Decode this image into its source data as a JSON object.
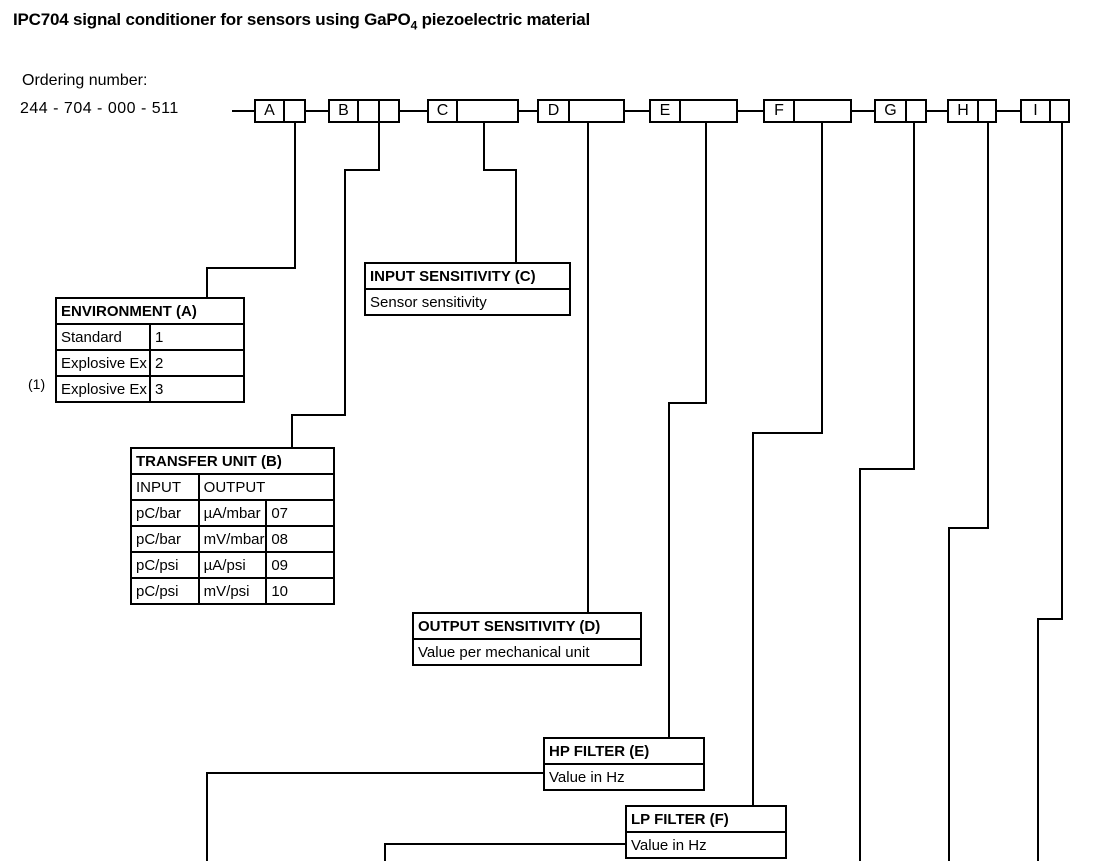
{
  "title": {
    "prefix": "IPC704 signal conditioner for sensors using GaPO",
    "subscript": "4",
    "suffix": " piezoelectric material"
  },
  "ordering": {
    "label": "Ordering number:",
    "number": "244 - 704 - 000 - 511",
    "boxes": [
      {
        "letter": "A"
      },
      {
        "letter": "B"
      },
      {
        "letter": "C"
      },
      {
        "letter": "D"
      },
      {
        "letter": "E"
      },
      {
        "letter": "F"
      },
      {
        "letter": "G"
      },
      {
        "letter": "H"
      },
      {
        "letter": "I"
      }
    ]
  },
  "tables": {
    "environment": {
      "title": "ENVIRONMENT (A)",
      "rows": [
        {
          "label": "Standard",
          "code": "1"
        },
        {
          "label": "Explosive Ex i",
          "code": "2"
        },
        {
          "label": "Explosive Ex nA",
          "code": "3"
        }
      ],
      "footnote": "(1)"
    },
    "transfer_unit": {
      "title": "TRANSFER UNIT (B)",
      "col_input": "INPUT",
      "col_output": "OUTPUT",
      "rows": [
        {
          "input": "pC/bar",
          "output": "µA/mbar",
          "code": "07"
        },
        {
          "input": "pC/bar",
          "output": "mV/mbar",
          "code": "08"
        },
        {
          "input": "pC/psi",
          "output": "µA/psi",
          "code": "09"
        },
        {
          "input": "pC/psi",
          "output": "mV/psi",
          "code": "10"
        }
      ]
    },
    "input_sensitivity": {
      "title": "INPUT SENSITIVITY (C)",
      "value": "Sensor sensitivity"
    },
    "output_sensitivity": {
      "title": "OUTPUT SENSITIVITY (D)",
      "value": "Value per mechanical unit"
    },
    "hp_filter": {
      "title": "HP FILTER (E)",
      "value": "Value in Hz"
    },
    "lp_filter": {
      "title": "LP FILTER (F)",
      "value": "Value in Hz"
    }
  },
  "colors": {
    "background": "#ffffff",
    "line": "#000000",
    "text": "#000000"
  }
}
